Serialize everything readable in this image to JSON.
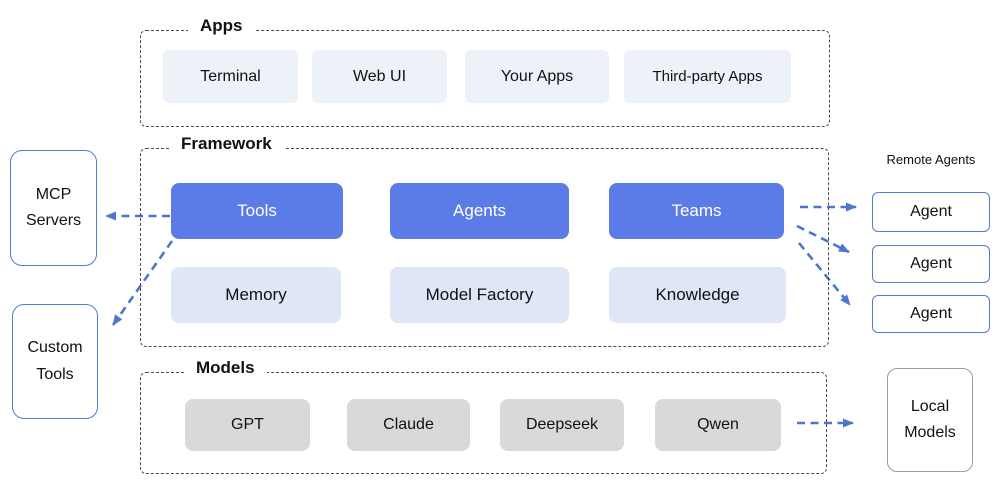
{
  "apps": {
    "label": "Apps",
    "items": [
      "Terminal",
      "Web UI",
      "Your Apps",
      "Third-party Apps"
    ]
  },
  "framework": {
    "label": "Framework",
    "primary": [
      "Tools",
      "Agents",
      "Teams"
    ],
    "secondary": [
      "Memory",
      "Model Factory",
      "Knowledge"
    ]
  },
  "models": {
    "label": "Models",
    "items": [
      "GPT",
      "Claude",
      "Deepseek",
      "Qwen"
    ]
  },
  "external_left": {
    "mcp_servers": "MCP Servers",
    "custom_tools": "Custom Tools"
  },
  "external_right": {
    "remote_agents_label": "Remote Agents",
    "agents": [
      "Agent",
      "Agent",
      "Agent"
    ],
    "local_models": "Local Models"
  },
  "connections": [
    {
      "from": "Tools",
      "to": "MCP Servers",
      "style": "dashed-arrow"
    },
    {
      "from": "Tools",
      "to": "Custom Tools",
      "style": "dashed-arrow"
    },
    {
      "from": "Teams",
      "to": "Agent 1",
      "style": "dashed-arrow"
    },
    {
      "from": "Teams",
      "to": "Agent 2",
      "style": "dashed-arrow"
    },
    {
      "from": "Teams",
      "to": "Agent 3",
      "style": "dashed-arrow"
    },
    {
      "from": "Qwen",
      "to": "Local Models",
      "style": "dashed-arrow"
    }
  ],
  "colors": {
    "primary_blue": "#5b7ce6",
    "soft_blue": "#dfe6f5",
    "apps_box": "#edf1f8",
    "model_gray": "#d9d9d9",
    "arrow_blue": "#4b78cc",
    "outline_blue": "#4f7ad5",
    "outline_gray": "#9d9d9d",
    "dashed_border": "#4a4a4a",
    "background": "#ffffff"
  }
}
